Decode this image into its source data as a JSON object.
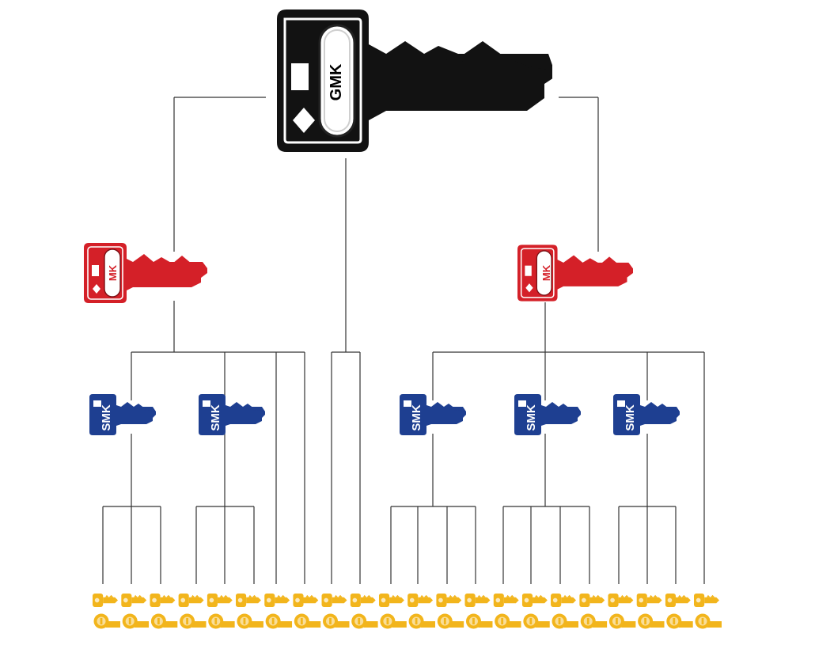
{
  "diagram": {
    "grand_master": {
      "label": "GMK",
      "color": "#121212"
    },
    "masters": [
      {
        "label": "MK",
        "color": "#d42028"
      },
      {
        "label": "MK",
        "color": "#d42028"
      }
    ],
    "sub_masters": [
      {
        "label": "SMK",
        "color": "#1e3f91"
      },
      {
        "label": "SMK",
        "color": "#1e3f91"
      },
      {
        "label": "SMK",
        "color": "#1e3f91"
      },
      {
        "label": "SMK",
        "color": "#1e3f91"
      },
      {
        "label": "SMK",
        "color": "#1e3f91"
      }
    ],
    "cylinder_count": 22,
    "cylinder_color": "#f2b51c",
    "line_color": "#333333",
    "icons": [
      "key-icon",
      "cylinder-icon"
    ]
  }
}
